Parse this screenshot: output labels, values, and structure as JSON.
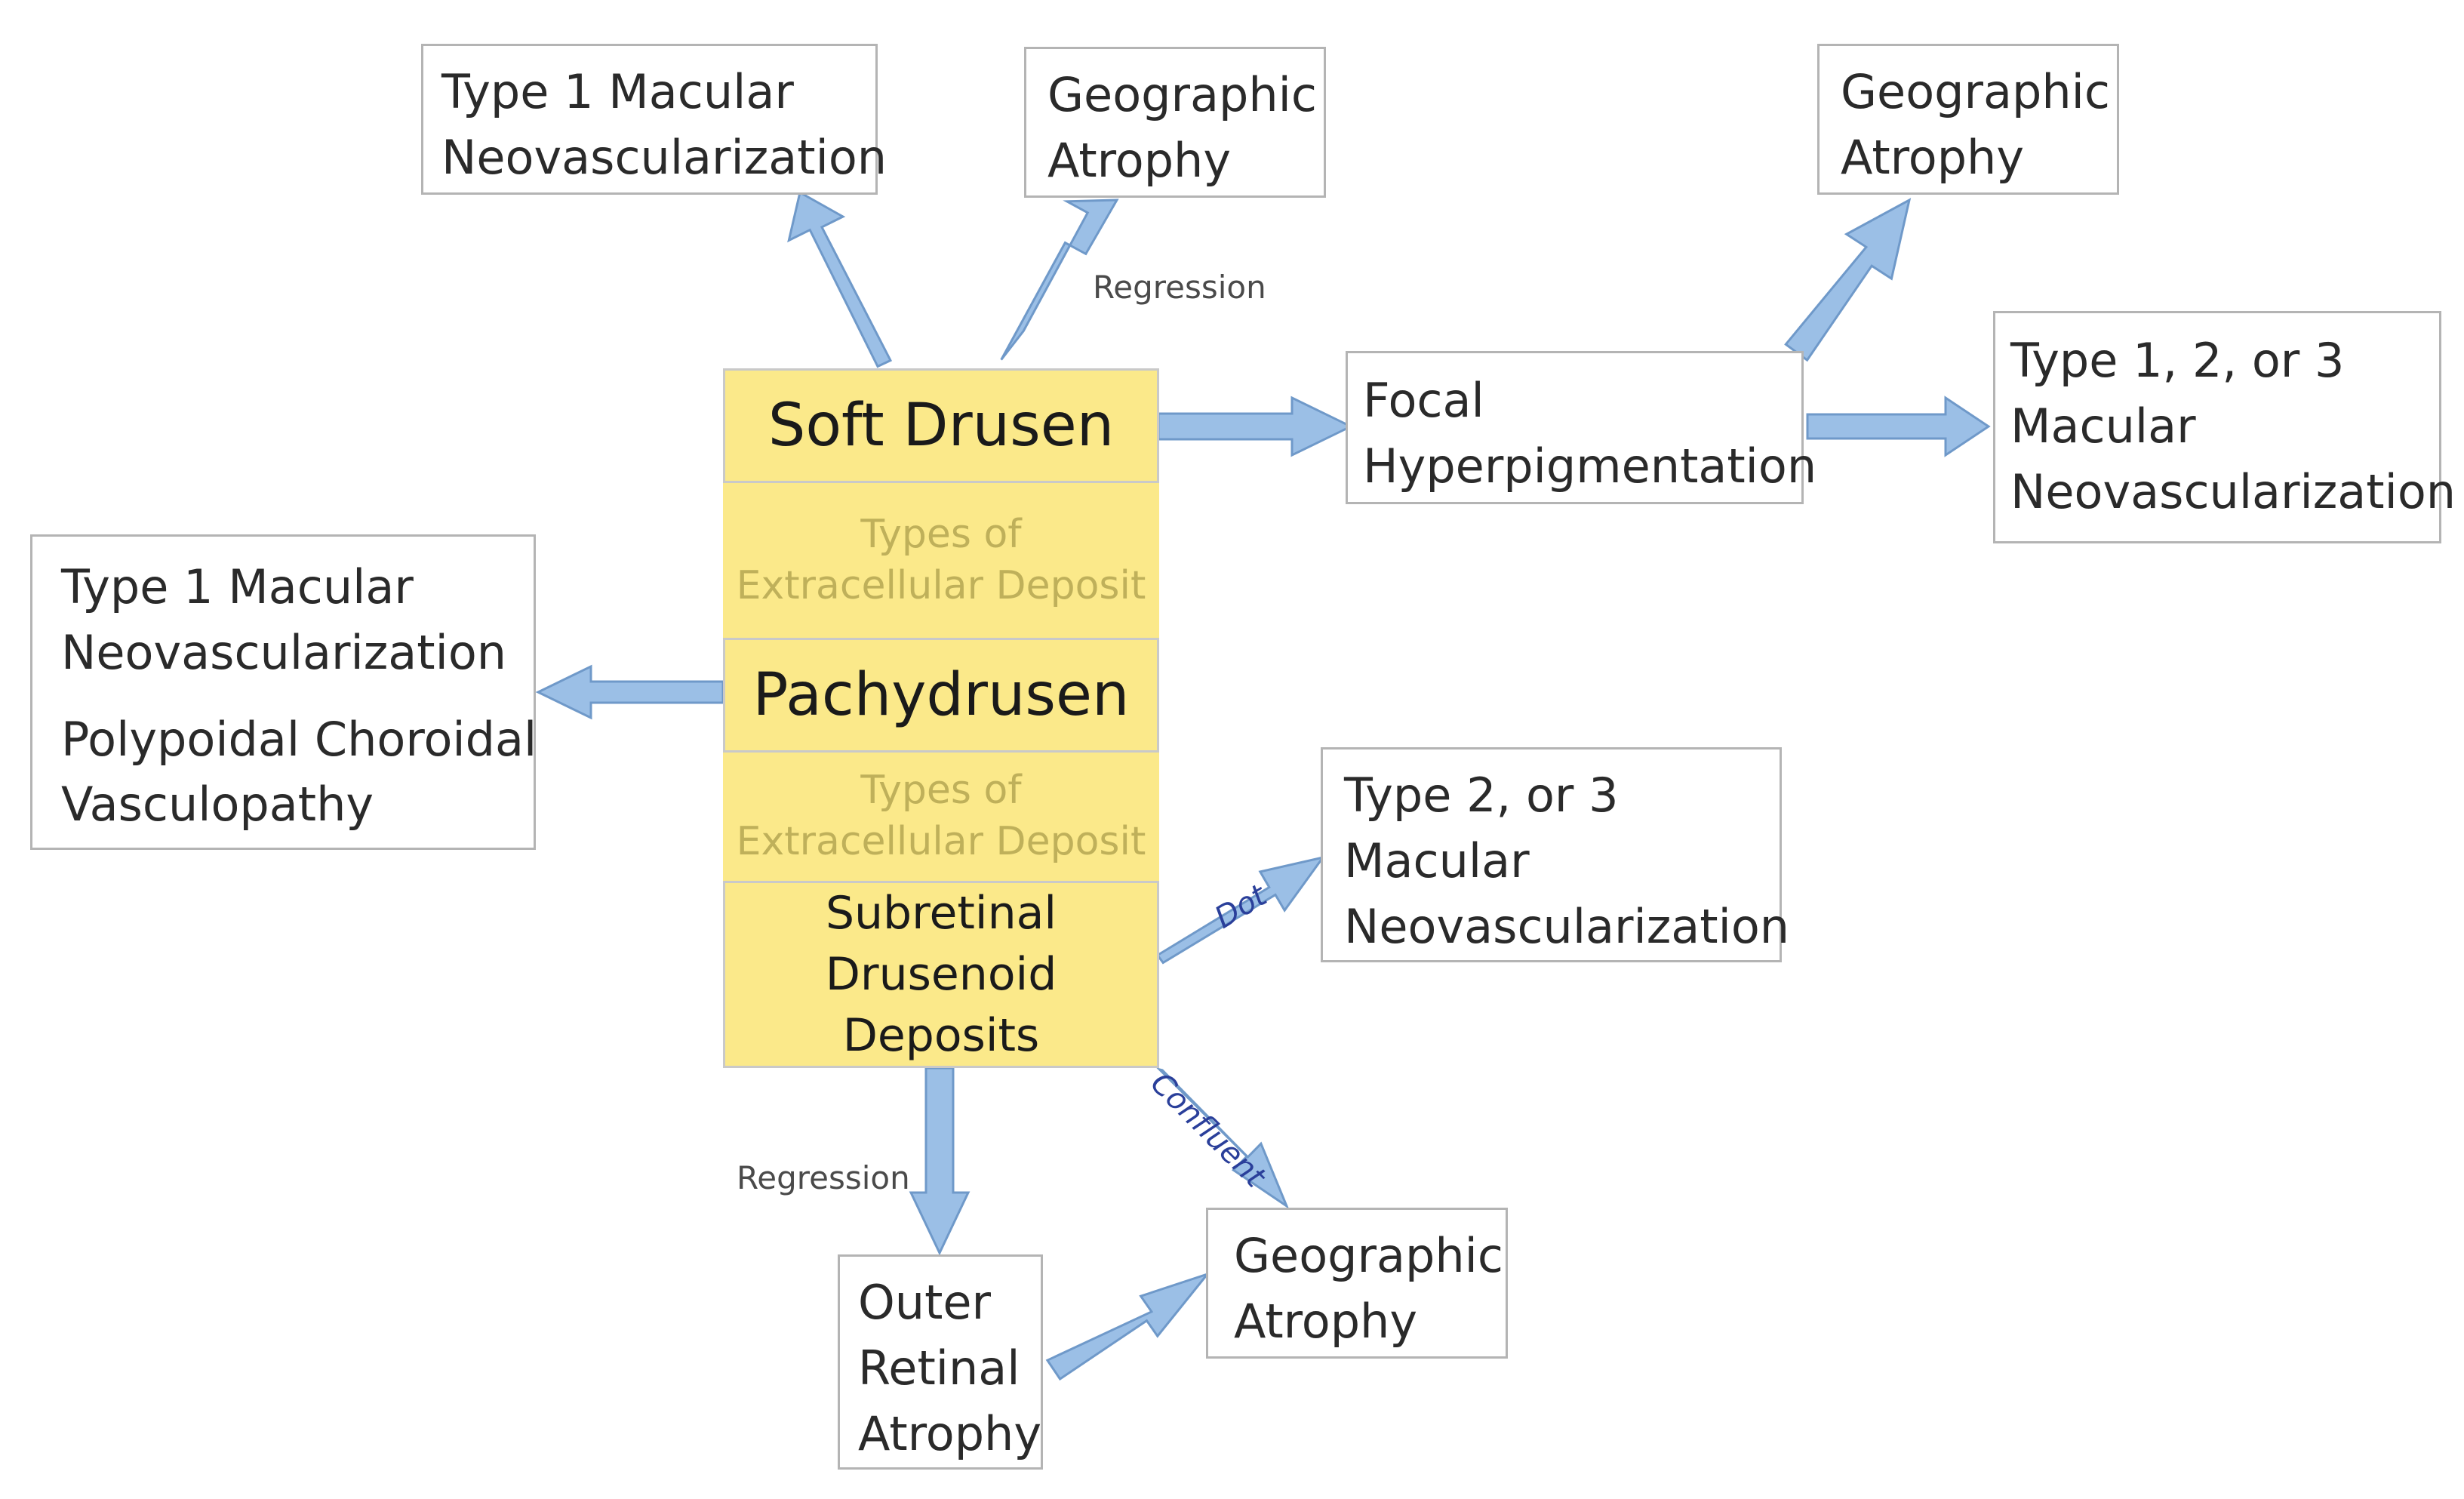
{
  "center": {
    "soft_drusen": "Soft Drusen",
    "pachydrusen": "Pachydrusen",
    "sdd": [
      "Subretinal",
      "Drusenoid",
      "Deposits"
    ],
    "separator_1": [
      "Types of",
      "Extracellular Deposit"
    ],
    "separator_2": [
      "Types of",
      "Extracellular Deposit"
    ]
  },
  "boxes": {
    "type1_top": [
      "Type 1 Macular",
      "Neovascularization"
    ],
    "ga_top_left": [
      "Geographic",
      "Atrophy"
    ],
    "ga_top_right": [
      "Geographic",
      "Atrophy"
    ],
    "focal": [
      "Focal",
      "Hyperpigmentation"
    ],
    "type123": [
      "Type 1, 2, or 3",
      "Macular",
      "Neovascularization"
    ],
    "left_type1": [
      "Type 1 Macular",
      "Neovascularization"
    ],
    "left_pcv": [
      "Polypoidal Choroidal",
      "Vasculopathy"
    ],
    "type23": [
      "Type 2, or 3",
      "Macular",
      "Neovascularization"
    ],
    "outer": [
      "Outer",
      "Retinal",
      "Atrophy"
    ],
    "ga_bottom": [
      "Geographic",
      "Atrophy"
    ]
  },
  "arrow_labels": {
    "regression_top": "Regression",
    "regression_bottom": "Regression",
    "dot": "Dot",
    "confluent": "Confluent"
  },
  "colors": {
    "arrow_fill": "#9bbfe6",
    "arrow_stroke": "#6f99c9",
    "category_fill": "#fbe98a",
    "box_border": "#b4b4b4"
  }
}
